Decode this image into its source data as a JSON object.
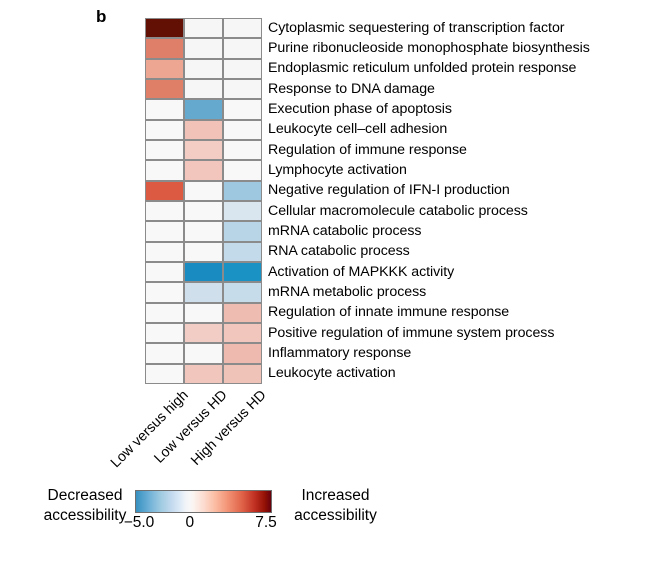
{
  "figure": {
    "panel_label": "b"
  },
  "chart_data": {
    "type": "heatmap",
    "title": "",
    "xlabel": "",
    "ylabel": "",
    "grid": true,
    "legend_position": "bottom",
    "columns": [
      "Low versus high",
      "Low versus HD",
      "High versus HD"
    ],
    "rows": [
      "Cytoplasmic sequestering of transcription factor",
      "Purine ribonucleoside monophosphate biosynthesis",
      "Endoplasmic reticulum unfolded protein response",
      "Response to DNA damage",
      "Execution phase of apoptosis",
      "Leukocyte cell–cell adhesion",
      "Regulation of immune response",
      "Lymphocyte activation",
      "Negative regulation of IFN-I production",
      "Cellular macromolecule catabolic process",
      "mRNA catabolic process",
      "RNA catabolic process",
      "Activation of MAPKKK activity",
      "mRNA metabolic process",
      "Regulation of innate immune response",
      "Positive regulation of immune system process",
      "Inflammatory response",
      "Leukocyte activation"
    ],
    "values": [
      [
        7.5,
        0.1,
        0.1
      ],
      [
        3.6,
        0.1,
        0.1
      ],
      [
        2.6,
        0.1,
        0.1
      ],
      [
        3.4,
        0.1,
        0.1
      ],
      [
        0.1,
        -3.3,
        0.1
      ],
      [
        0.1,
        1.7,
        0.1
      ],
      [
        0.1,
        1.3,
        0.1
      ],
      [
        0.1,
        1.5,
        0.1
      ],
      [
        3.8,
        0.1,
        -2.6
      ],
      [
        0.1,
        0.1,
        -1.1
      ],
      [
        0.1,
        0.1,
        -1.9
      ],
      [
        0.1,
        0.1,
        -1.7
      ],
      [
        0.1,
        -4.6,
        -4.8
      ],
      [
        0.1,
        -1.3,
        -1.5
      ],
      [
        0.1,
        0.1,
        1.8
      ],
      [
        0.1,
        1.2,
        1.5
      ],
      [
        0.1,
        0.1,
        1.9
      ],
      [
        0.1,
        1.5,
        1.6
      ]
    ],
    "colors": [
      [
        "#631004",
        "#f6f6f6",
        "#f6f6f6"
      ],
      [
        "#df7f69",
        "#f6f6f6",
        "#f6f6f6"
      ],
      [
        "#eda692",
        "#f6f6f6",
        "#f6f6f6"
      ],
      [
        "#e07f68",
        "#f6f6f6",
        "#f6f6f6"
      ],
      [
        "#f8f8f8",
        "#66a9cf",
        "#f8f8f8"
      ],
      [
        "#f8f8f8",
        "#f1c2b8",
        "#f8f8f8"
      ],
      [
        "#f8f8f8",
        "#f3cdc4",
        "#f8f8f8"
      ],
      [
        "#f8f8f8",
        "#f2c6bd",
        "#f8f8f8"
      ],
      [
        "#db5a41",
        "#f8f8f8",
        "#9ec8e0"
      ],
      [
        "#f8f8f8",
        "#f8f8f8",
        "#d9e6ef"
      ],
      [
        "#f8f8f8",
        "#f8f8f8",
        "#b8d5e7"
      ],
      [
        "#f8f8f8",
        "#f8f8f8",
        "#c2dae9"
      ],
      [
        "#f8f8f8",
        "#1a8bc0",
        "#1a92c4"
      ],
      [
        "#f8f8f8",
        "#cfe0ec",
        "#c7dcea"
      ],
      [
        "#f8f8f8",
        "#f8f8f8",
        "#efbcb1"
      ],
      [
        "#f8f8f8",
        "#f2cdc6",
        "#f1c7bd"
      ],
      [
        "#f8f8f8",
        "#f8f8f8",
        "#eeb9ae"
      ],
      [
        "#f8f8f8",
        "#f1c6bc",
        "#f0c3b9"
      ]
    ],
    "colorbar": {
      "min_label": "−5.0",
      "mid_label": "0",
      "max_label": "7.5",
      "min_value": -5.0,
      "mid_value": 0,
      "max_value": 7.5,
      "left_caption_line1": "Decreased",
      "left_caption_line2": "accessibility",
      "right_caption_line1": "Increased",
      "right_caption_line2": "accessibility",
      "low_color": "#3690c0",
      "mid_color": "#f7f7f7",
      "high_color": "#67000d"
    }
  }
}
